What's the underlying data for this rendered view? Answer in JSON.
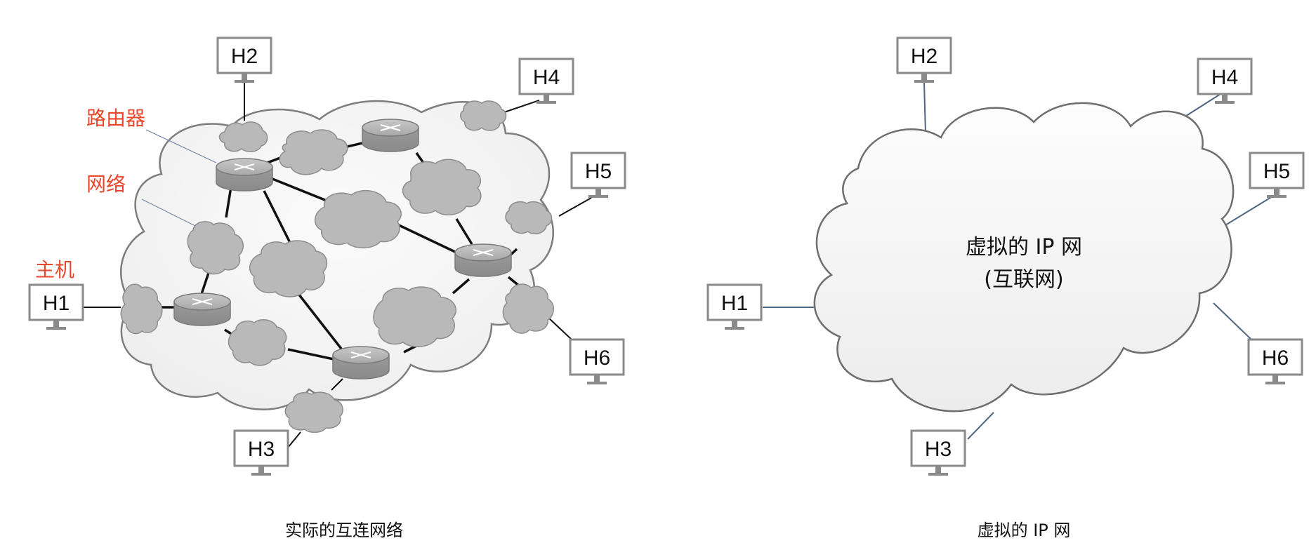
{
  "left_diagram": {
    "callouts": {
      "router": "路由器",
      "network": "网络",
      "host": "主机"
    },
    "hosts": [
      "H1",
      "H2",
      "H3",
      "H4",
      "H5",
      "H6"
    ],
    "caption": "实际的互连网络"
  },
  "right_diagram": {
    "cloud_line1": "虚拟的 IP 网",
    "cloud_line2": "(互联网)",
    "hosts": [
      "H1",
      "H2",
      "H3",
      "H4",
      "H5",
      "H6"
    ],
    "caption": "虚拟的 IP 网"
  },
  "colors": {
    "callout": "#e8472b",
    "host_border": "#888888",
    "network_blob": "#b9b9b9",
    "router": "#a9a9a9",
    "virtual_link": "#4f6580"
  }
}
